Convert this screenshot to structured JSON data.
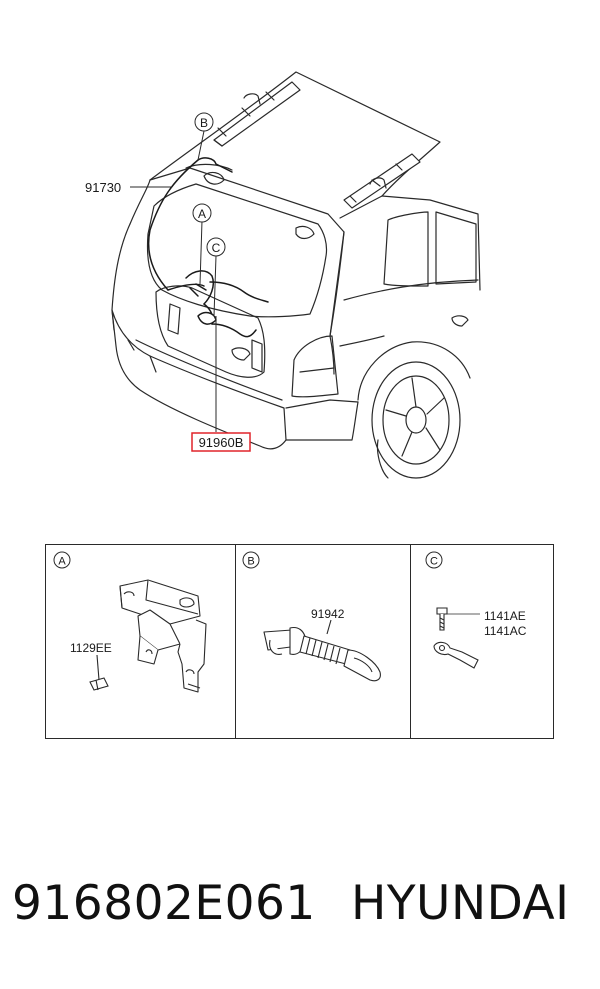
{
  "diagram": {
    "callouts": {
      "top_b": "B",
      "top_a": "A",
      "top_c": "C"
    },
    "labels": {
      "harness_tailgate": "91730",
      "harness_highlight": "91960B"
    },
    "detail_panels": [
      {
        "letter": "A",
        "parts": [
          "1129EE"
        ]
      },
      {
        "letter": "B",
        "parts": [
          "91942"
        ]
      },
      {
        "letter": "C",
        "parts": [
          "1141AE",
          "1141AC"
        ]
      }
    ],
    "colors": {
      "line": "#2a2a2a",
      "highlight": "#e0242a",
      "background": "#ffffff"
    }
  },
  "footer": {
    "part_number": "916802E061",
    "brand": "HYUNDAI"
  }
}
